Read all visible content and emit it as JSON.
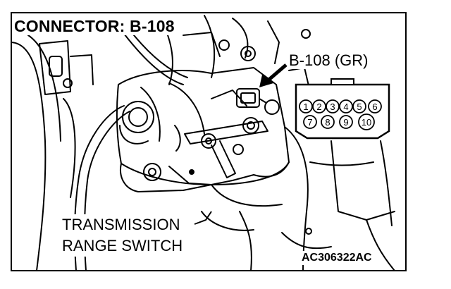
{
  "diagram": {
    "title": "CONNECTOR: B-108",
    "connector_label": "B-108 (GR)",
    "component_label": [
      "TRANSMISSION",
      "RANGE SWITCH"
    ],
    "figure_code": "AC306322AC",
    "pins_top": [
      "1",
      "2",
      "3",
      "4",
      "5",
      "6"
    ],
    "pins_bottom": [
      "7",
      "8",
      "9",
      "10"
    ]
  }
}
